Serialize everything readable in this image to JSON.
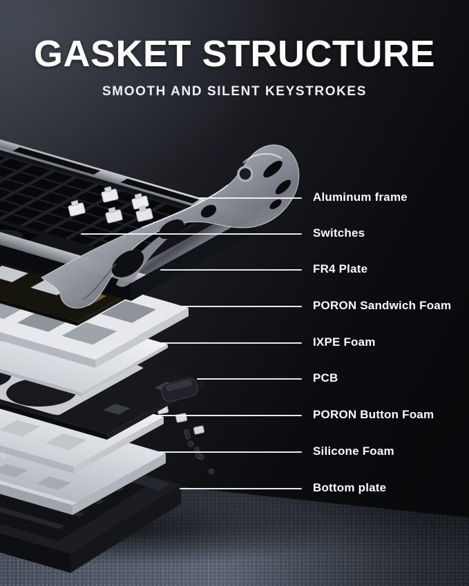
{
  "header": {
    "title": "GASKET STRUCTURE",
    "subtitle": "SMOOTH AND SILENT KEYSTROKES"
  },
  "diagram": {
    "type": "exploded-keyboard-gasket-structure",
    "callouts": [
      {
        "label": "Aluminum frame"
      },
      {
        "label": "Switches"
      },
      {
        "label": "FR4 Plate"
      },
      {
        "label": "PORON Sandwich Foam"
      },
      {
        "label": "IXPE Foam"
      },
      {
        "label": "PCB"
      },
      {
        "label": "PORON Button Foam"
      },
      {
        "label": "Silicone Foam"
      },
      {
        "label": "Bottom plate"
      }
    ],
    "watermark_fragment": "er"
  },
  "appearance": {
    "background_top": "#343840",
    "background_dark": "#07080a",
    "stone_surface": "#59616f",
    "text_color": "#ffffff",
    "leader_line_color": "#f3f4f5",
    "aluminum_silver": "#aeb3ba",
    "foam_white": "#e6e8eb",
    "silicone_gray": "#c9ccd2",
    "pcb_black": "#17181c",
    "fr4_gold": "#86744a"
  }
}
